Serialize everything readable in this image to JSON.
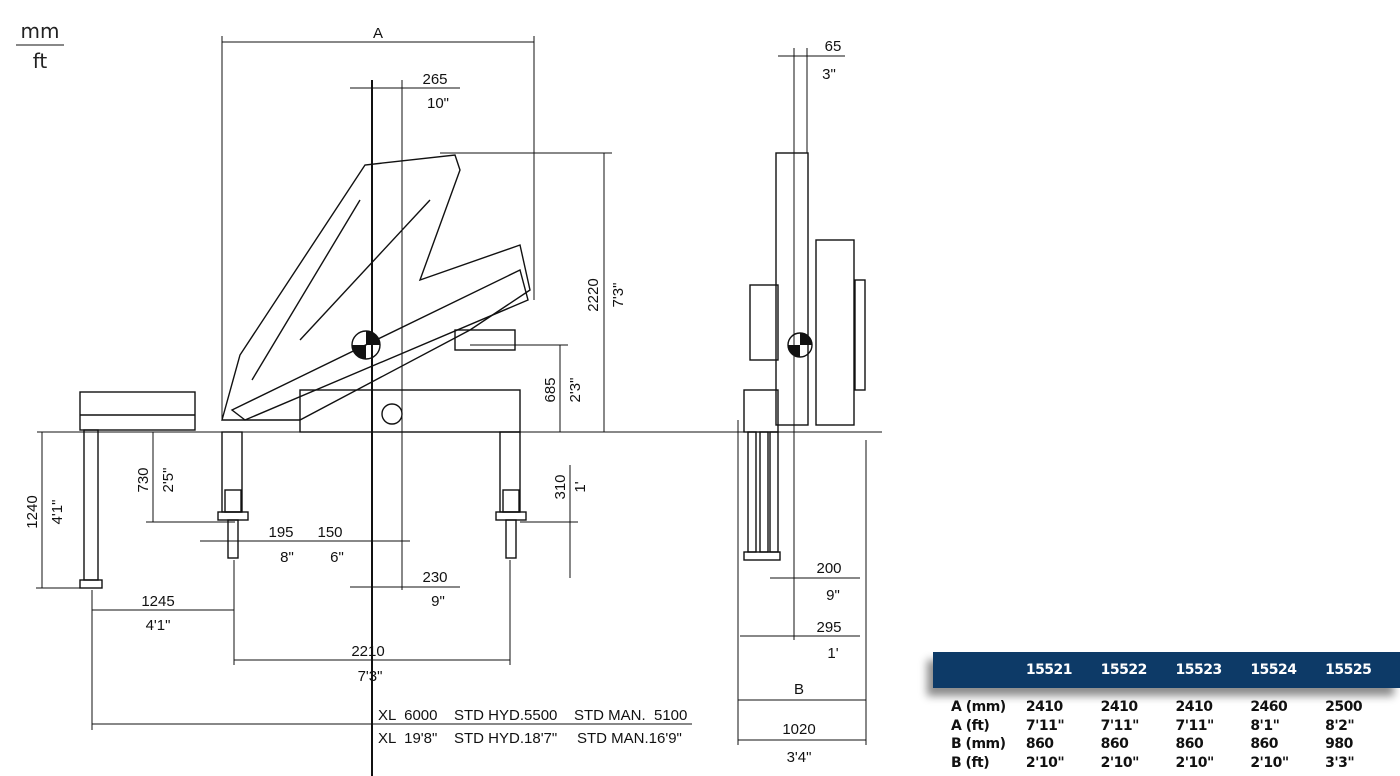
{
  "units": {
    "top": "mm",
    "bottom": "ft"
  },
  "dimensions": {
    "A": "A",
    "d265": "265",
    "d10in": "10\"",
    "d2220": "2220",
    "d7ft3": "7'3\"",
    "d685": "685",
    "d2ft3": "2'3\"",
    "d730": "730",
    "d2ft5": "2'5\"",
    "d1240": "1240",
    "d4ft1": "4'1\"",
    "d310": "310",
    "d1ft": "1'",
    "d195": "195",
    "d8in": "8\"",
    "d150": "150",
    "d6in": "6\"",
    "d230": "230",
    "d9in": "9\"",
    "d1245": "1245",
    "d4ft1b": "4'1\"",
    "d2210": "2210",
    "d7ft3b": "7'3\"",
    "d65": "65",
    "d3in": "3\"",
    "d200": "200",
    "d9inb": "9\"",
    "d295": "295",
    "d1ftb": "1'",
    "B": "B",
    "d1020": "1020",
    "d3ft4": "3'4\""
  },
  "reach": {
    "mm": [
      "XL  6000",
      "STD HYD.5500",
      "STD MAN.  5100"
    ],
    "ft": [
      "XL  19'8\"",
      "STD HYD.18'7\"",
      "STD MAN.16'9\""
    ]
  },
  "table": {
    "header_color": "#0d3a67",
    "columns": [
      "15521",
      "15522",
      "15523",
      "15524",
      "15525"
    ],
    "rows": [
      {
        "label": "A (mm)",
        "values": [
          "2410",
          "2410",
          "2410",
          "2460",
          "2500"
        ]
      },
      {
        "label": "A (ft)",
        "values": [
          "7'11\"",
          "7'11\"",
          "7'11\"",
          "8'1\"",
          "8'2\""
        ]
      },
      {
        "label": "B (mm)",
        "values": [
          "860",
          "860",
          "860",
          "860",
          "980"
        ]
      },
      {
        "label": "B (ft)",
        "values": [
          "2'10\"",
          "2'10\"",
          "2'10\"",
          "2'10\"",
          "3'3\""
        ]
      }
    ]
  }
}
